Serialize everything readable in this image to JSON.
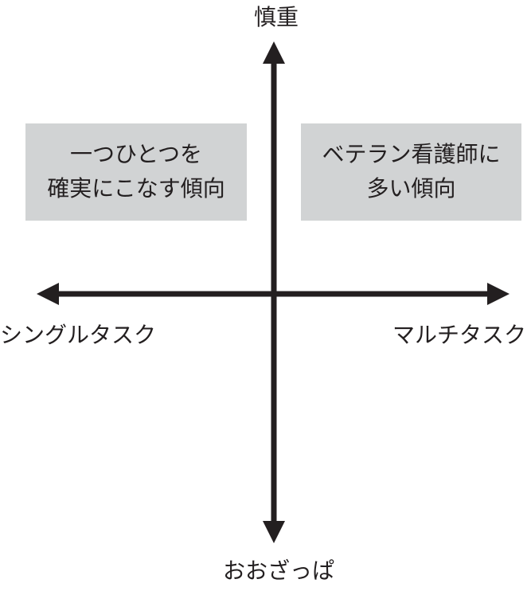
{
  "diagram": {
    "type": "quadrant-axes",
    "axes": {
      "top_label": "慎重",
      "bottom_label": "おおざっぱ",
      "left_label": "シングルタスク",
      "right_label": "マルチタスク"
    },
    "quadrants": {
      "top_left": {
        "line1": "一つひとつを",
        "line2": "確実にこなす傾向"
      },
      "top_right": {
        "line1": "ベテラン看護師に",
        "line2": "多い傾向"
      }
    },
    "colors": {
      "line": "#231f20",
      "text": "#231f20",
      "box_background": "#d1d3d4",
      "page_background": "#ffffff"
    }
  }
}
